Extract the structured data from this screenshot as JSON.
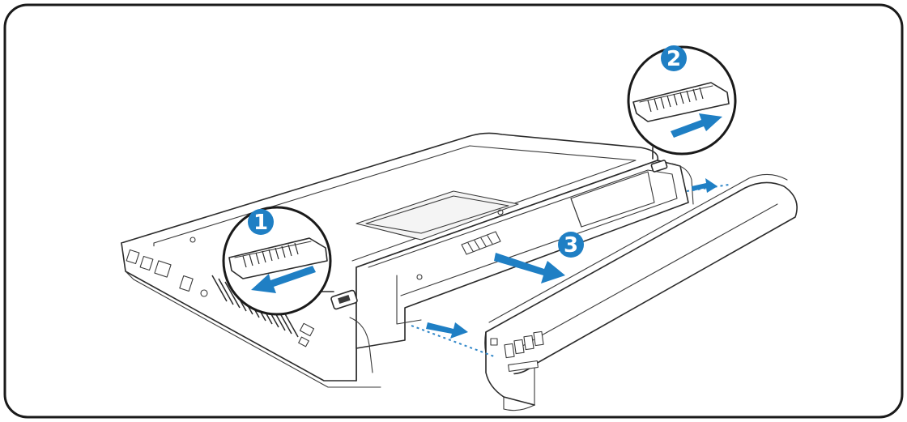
{
  "colors": {
    "arrow": "#1f7fc4",
    "badge": "#1f7fc4",
    "line": "#2b2b2b",
    "dotted": "#2f86c8"
  },
  "steps": [
    {
      "number": "1",
      "icon": "slide-latch-left-arrow-icon"
    },
    {
      "number": "2",
      "icon": "slide-latch-right-arrow-icon"
    },
    {
      "number": "3",
      "icon": "pull-battery-out-arrow-icon"
    }
  ]
}
